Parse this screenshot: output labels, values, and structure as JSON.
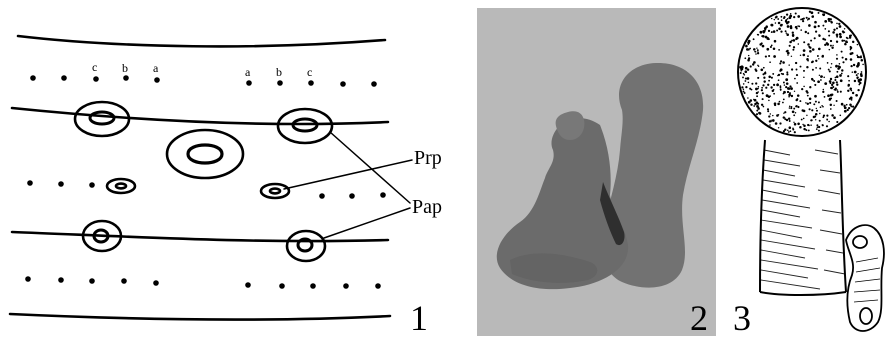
{
  "figure": {
    "panel_numbers": [
      "1",
      "2",
      "3"
    ],
    "callouts": {
      "prp": "Prp",
      "pap": "Pap"
    },
    "row_letters_left": [
      "c",
      "b",
      "a"
    ],
    "row_letters_right": [
      "a",
      "b",
      "c"
    ]
  },
  "colors": {
    "ink": "#000000",
    "photo_background": "#b9b9b9",
    "specimen": "#6d6d6d",
    "specimen_shadow": "#4a4a4a"
  }
}
